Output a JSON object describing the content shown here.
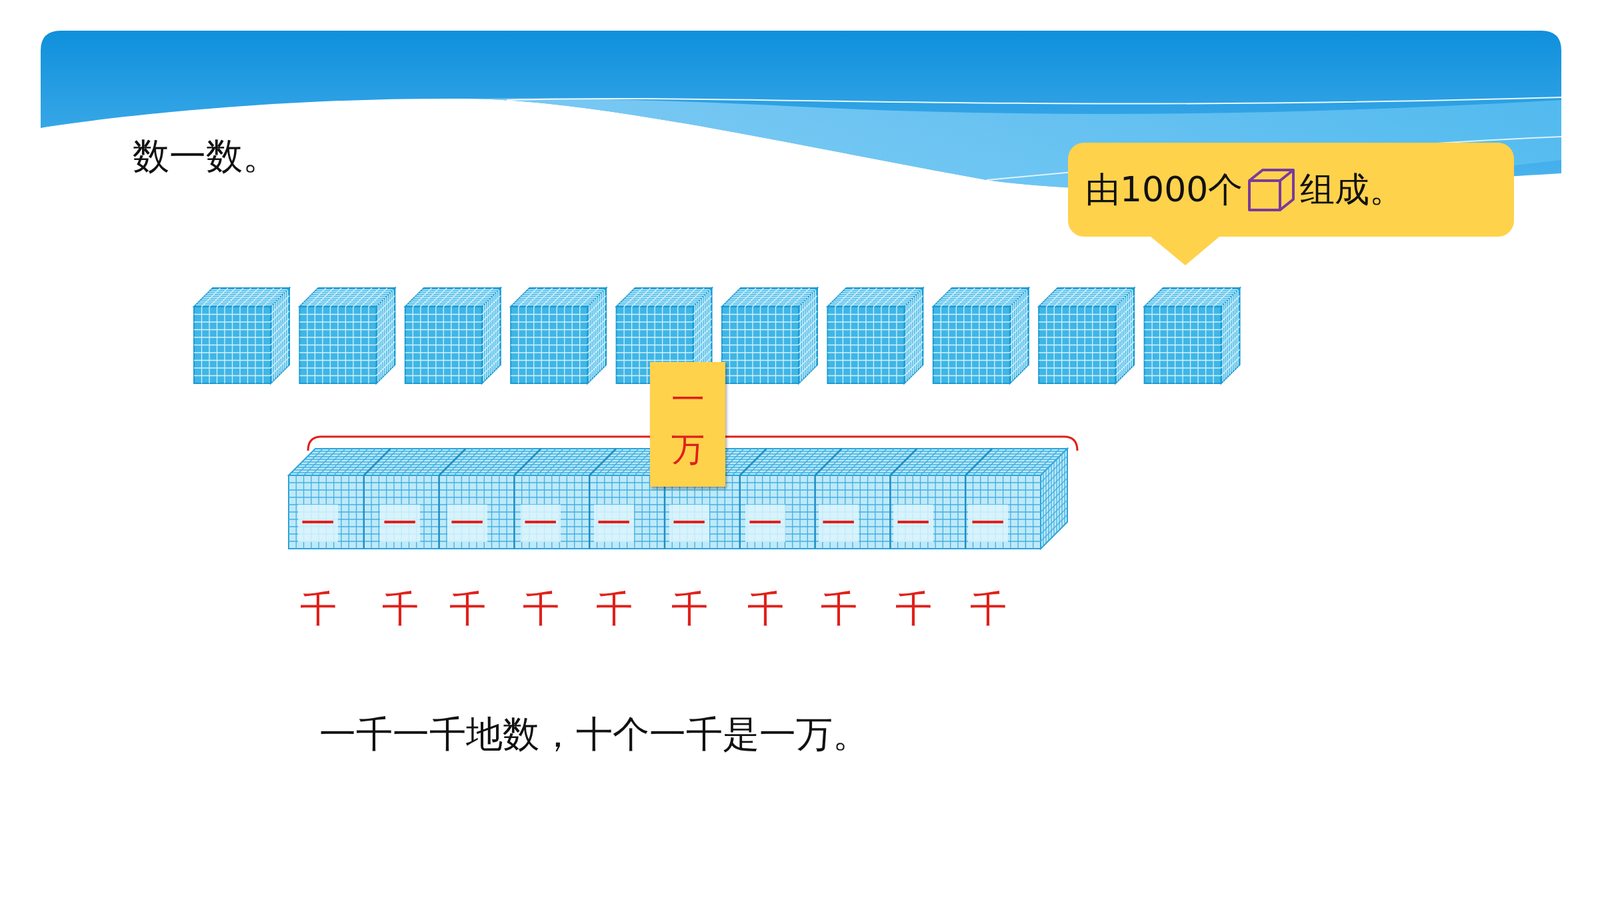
{
  "diagram": {
    "title": "数一数。",
    "nodes": [
      {
        "text": [
          "由1000个",
          "组成。"
        ]
      },
      {
        "text": [
          "一万"
        ]
      }
    ],
    "labels": [
      "一",
      "一",
      "一",
      "一",
      "一",
      "一",
      "一",
      "一",
      "一",
      "一",
      "千",
      "千",
      "千",
      "千",
      "千",
      "千",
      "千",
      "千",
      "千",
      "千",
      "一千一千地数，十个一千是一万。"
    ]
  }
}
